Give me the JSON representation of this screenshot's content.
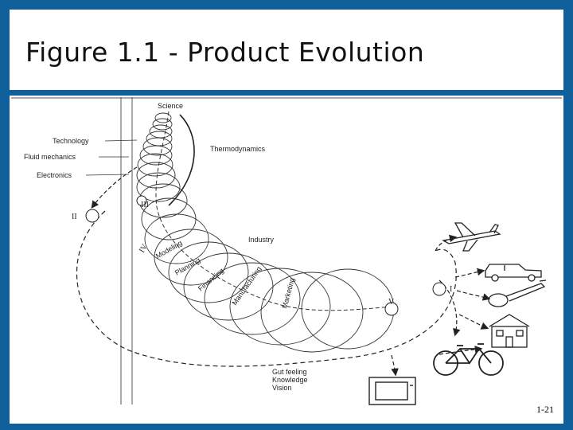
{
  "slide": {
    "title": "Figure 1.1 - Product Evolution",
    "slide_number": "1-21"
  },
  "diagram": {
    "top_labels": {
      "science": "Science",
      "technology": "Technology",
      "fluid_mechanics": "Fluid mechanics",
      "electronics": "Electronics",
      "thermodynamics": "Thermodynamics",
      "industry": "Industry"
    },
    "stages": {
      "i": "I",
      "ii": "II",
      "iii": "III",
      "iv": "IV",
      "v": "V"
    },
    "process_labels": {
      "modeling": "Modeling",
      "planning": "Planning",
      "financing": "Financing",
      "manufacturing": "Manufacturing",
      "marketing": "Marketing"
    },
    "origin_labels": {
      "gut_feeling": "Gut feeling",
      "knowledge": "Knowledge",
      "vision": "Vision"
    },
    "product_icons": [
      "airplane-icon",
      "car-icon",
      "guitar-icon",
      "house-icon",
      "bicycle-icon",
      "television-icon"
    ]
  }
}
